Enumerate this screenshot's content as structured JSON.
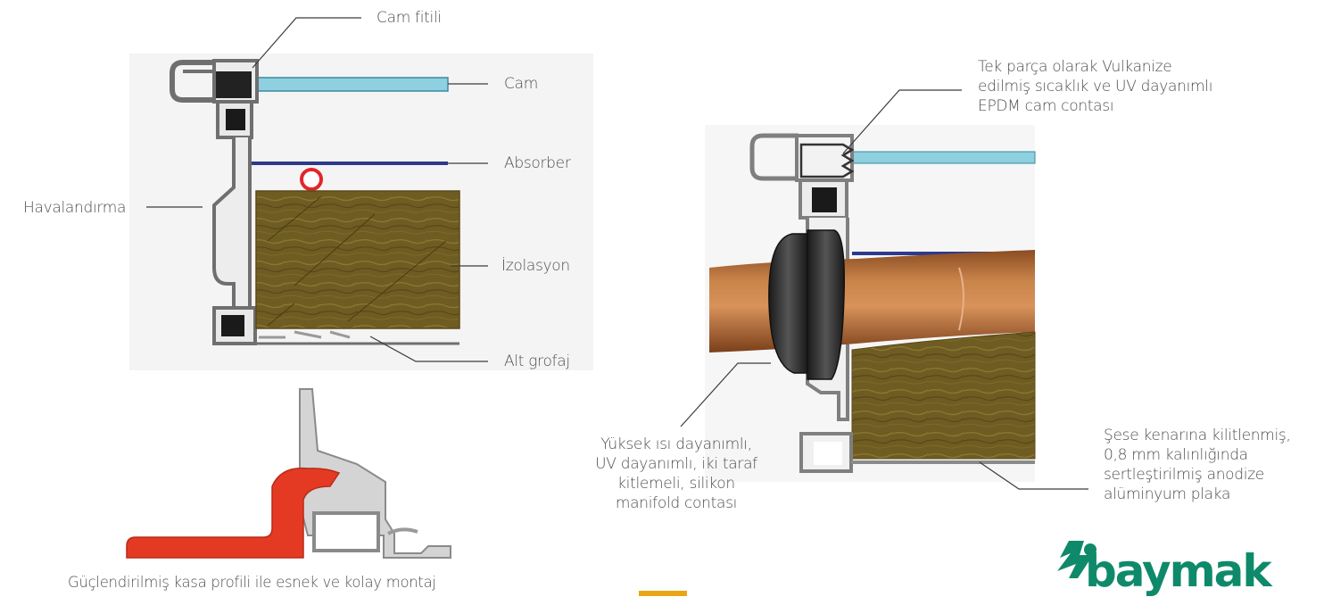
{
  "colors": {
    "frame": "#6f6f6f",
    "frame_fill": "#f2f2f2",
    "glass": "#8ed0e0",
    "absorber": "#2d3a8c",
    "pipe_ring": "#e3262b",
    "insulation": "#6b5a1e",
    "red_profile": "#e43a24",
    "copper": "#b8703a",
    "seal": "#2a2a2a",
    "brand": "#0e8a6a",
    "accent": "#e8a614"
  },
  "labels": {
    "cam_fitili": "Cam fitili",
    "cam": "Cam",
    "absorber": "Absorber",
    "havalandirma": "Havalandırma",
    "izolasyon": "İzolasyon",
    "alt_grofaj": "Alt grofaj",
    "caption_left": "Güçlendirilmiş kasa profili ile esnek ve kolay montaj",
    "epdm": [
      "Tek parça olarak Vulkanize",
      "edilmiş sıcaklık ve UV dayanımlı",
      "EPDM cam contası"
    ],
    "manifold": [
      "Yüksek ısı dayanımlı,",
      "UV dayanımlı,  iki taraf",
      "kitlemeli, silikon",
      "manifold contası"
    ],
    "plaka": [
      "Şese kenarına kilitlenmiş,",
      "0,8 mm kalınlığında",
      "sertleştirilmiş anodize",
      "alüminyum plaka"
    ]
  },
  "logo": {
    "text": "baymak"
  }
}
